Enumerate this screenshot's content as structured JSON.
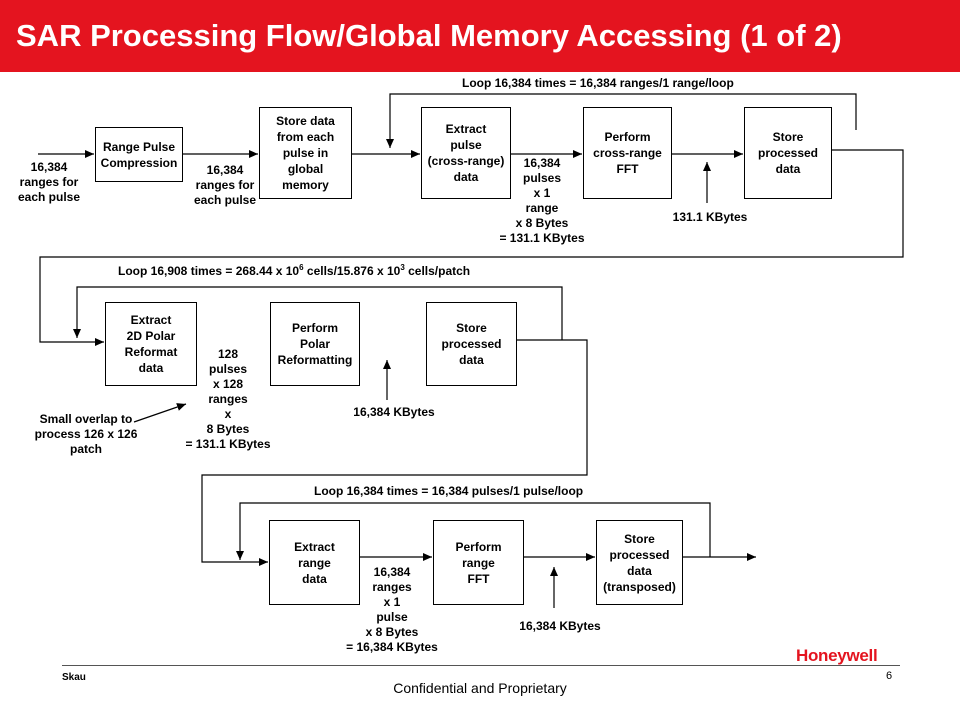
{
  "title": "SAR Processing Flow/Global Memory Accessing (1 of 2)",
  "colors": {
    "title_bar": "#e4141f",
    "logo": "#e4141f"
  },
  "row1": {
    "loop_label": "Loop 16,384 times = 16,384 ranges/1 range/loop",
    "input_label": "16,384\nranges for\neach pulse",
    "box1": "Range Pulse\nCompression",
    "between_label": "16,384\nranges for\neach pulse",
    "box2": "Store data\nfrom each\npulse in\nglobal\nmemory",
    "box3": "Extract\npulse\n(cross-range)\ndata",
    "transfer_label": "16,384\npulses\nx 1\nrange\nx 8 Bytes\n= 131.1 KBytes",
    "box4": "Perform\ncross-range\nFFT",
    "memory_label": "131.1 KBytes",
    "box5": "Store\nprocessed\ndata"
  },
  "row2": {
    "loop_label_a": "Loop 16,908 times = 268.44 x 10",
    "loop_sup_a": "6",
    "loop_label_b": " cells/15.876 x 10",
    "loop_sup_b": "3",
    "loop_label_c": " cells/patch",
    "box1": "Extract\n2D Polar\nReformat\ndata",
    "transfer_label": "128\npulses\nx 128\nranges\nx\n8 Bytes\n= 131.1 KBytes",
    "overlap_label": "Small overlap to\nprocess 126 x 126\npatch",
    "box2": "Perform\nPolar\nReformatting",
    "memory_label": "16,384 KBytes",
    "box3": "Store\nprocessed\ndata"
  },
  "row3": {
    "loop_label": "Loop 16,384 times = 16,384 pulses/1 pulse/loop",
    "box1": "Extract\nrange\ndata",
    "transfer_label": "16,384\nranges\nx 1\npulse\nx 8 Bytes\n= 16,384 KBytes",
    "box2": "Perform\nrange\nFFT",
    "memory_label": "16,384 KBytes",
    "box3": "Store\nprocessed\ndata\n(transposed)"
  },
  "footer": {
    "author": "Skau",
    "page_number": "6",
    "confidential": "Confidential and Proprietary",
    "logo_text": "Honeywell"
  }
}
